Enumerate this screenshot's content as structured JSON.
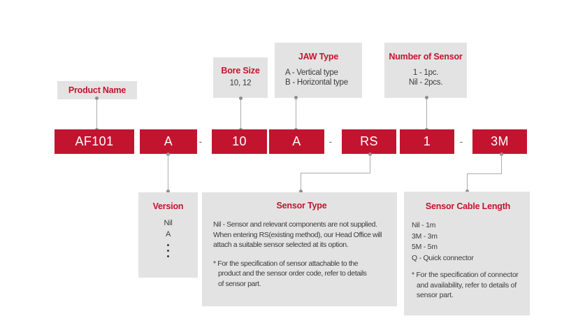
{
  "colors": {
    "accent": "#C3142F",
    "panel": "#E4E3E3",
    "ink": "#3B3B3B",
    "connector": "#ABABAB",
    "dot": "#8F8F8F",
    "sep": "#6E6E6E",
    "code_text": "#FFFFFF"
  },
  "code_row": {
    "separator": "-",
    "segments": [
      {
        "id": "product",
        "label": "AF101"
      },
      {
        "id": "version",
        "label": "A"
      },
      {
        "id": "bore-size",
        "label": "10"
      },
      {
        "id": "jaw-type",
        "label": "A"
      },
      {
        "id": "sensor-type",
        "label": "RS"
      },
      {
        "id": "number-of-sensor",
        "label": "1"
      },
      {
        "id": "sensor-cable-length",
        "label": "3M"
      }
    ]
  },
  "callouts_top": {
    "product_name": {
      "title": "Product Name"
    },
    "bore_size": {
      "title": "Bore Size",
      "values": "10, 12"
    },
    "jaw_type": {
      "title": "JAW Type",
      "options": [
        "A - Vertical type",
        "B - Horizontal type"
      ]
    },
    "number_of_sensor": {
      "title": "Number of Sensor",
      "options": [
        "1 - 1pc.",
        "Nil - 2pcs."
      ]
    }
  },
  "callouts_bottom": {
    "version": {
      "title": "Version",
      "options": [
        "Nil",
        "A"
      ]
    },
    "sensor_type": {
      "title": "Sensor Type",
      "description": [
        "Nil - Sensor and relevant components are not supplied.",
        "When entering RS(existing method), our Head Office will",
        "attach a suitable sensor selected at its option."
      ],
      "note": [
        "* For the specification of sensor attachable to the",
        "product and the sensor order code, refer to details",
        "of sensor part."
      ]
    },
    "sensor_cable_length": {
      "title": "Sensor Cable Length",
      "options": [
        "Nil - 1m",
        "3M - 3m",
        "5M - 5m",
        "Q - Quick connector"
      ],
      "note": [
        "* For the specification of connector",
        "and availability, refer to details of",
        "sensor part."
      ]
    }
  }
}
